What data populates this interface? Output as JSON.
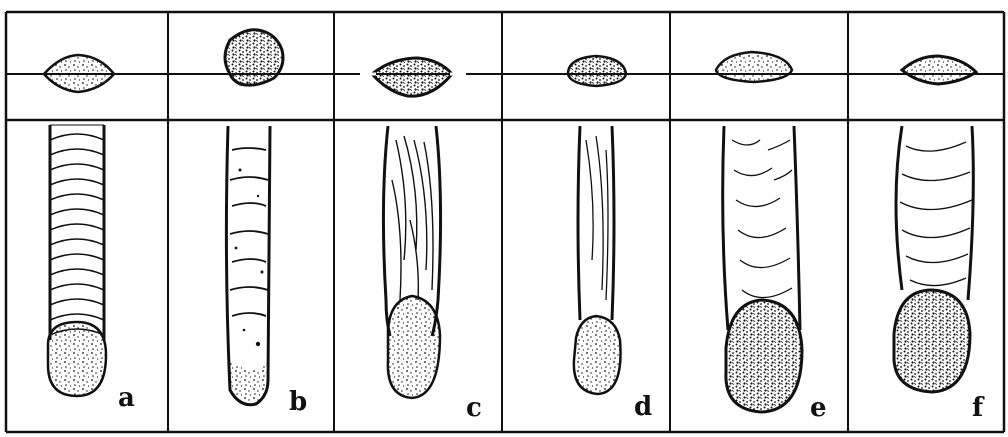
{
  "figure": {
    "panels": [
      {
        "id": "a",
        "label": "a"
      },
      {
        "id": "b",
        "label": "b"
      },
      {
        "id": "c",
        "label": "c"
      },
      {
        "id": "d",
        "label": "d"
      },
      {
        "id": "e",
        "label": "e"
      },
      {
        "id": "f",
        "label": "f"
      }
    ]
  },
  "colors": {
    "ink": "#111111",
    "paper": "#ffffff"
  }
}
